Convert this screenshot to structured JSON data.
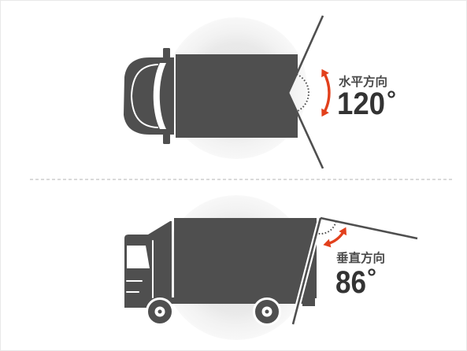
{
  "horizontal_view": {
    "label": "水平方向",
    "angle": "120",
    "unit": "°"
  },
  "vertical_view": {
    "label": "垂直方向",
    "angle": "86",
    "unit": "°"
  },
  "colors": {
    "vehicle": "#4f4f4f",
    "arrow": "#e2401c",
    "label_text": "#4a4a4a",
    "value_text": "#333333",
    "divider": "#b3b3b3"
  }
}
